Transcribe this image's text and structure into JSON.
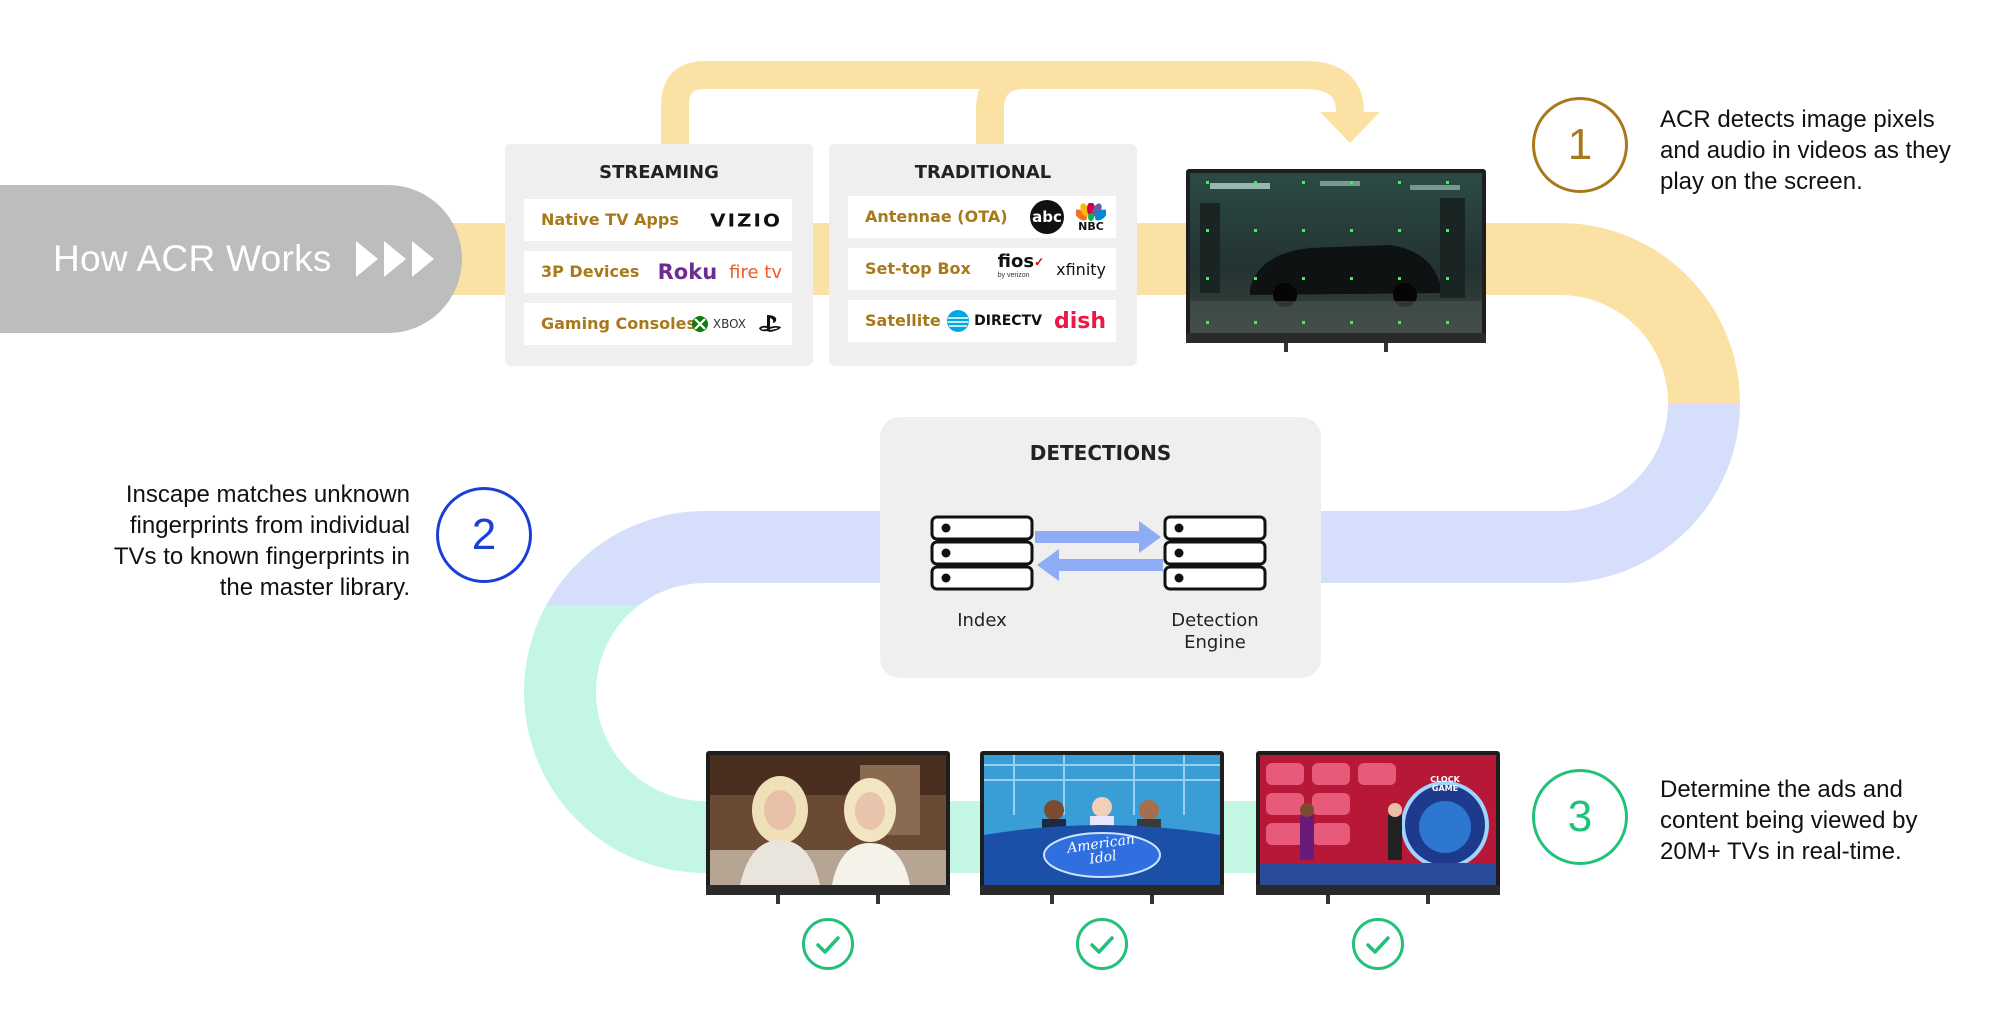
{
  "header": {
    "title": "How ACR Works",
    "arrows": "▶▶▶"
  },
  "sources": {
    "streaming": {
      "heading": "STREAMING",
      "rows": [
        {
          "label": "Native TV Apps",
          "logos": [
            "VIZIO"
          ]
        },
        {
          "label": "3P Devices",
          "logos": [
            "Roku",
            "fire tv"
          ]
        },
        {
          "label": "Gaming Consoles",
          "logos": [
            "XBOX",
            "PlayStation"
          ]
        }
      ]
    },
    "traditional": {
      "heading": "TRADITIONAL",
      "rows": [
        {
          "label": "Antennae (OTA)",
          "logos": [
            "abc",
            "NBC"
          ]
        },
        {
          "label": "Set-top Box",
          "logos": [
            "fios",
            "by verizon",
            "xfinity"
          ]
        },
        {
          "label": "Satellite",
          "logos": [
            "DIRECTV",
            "dish"
          ]
        }
      ]
    }
  },
  "steps": [
    {
      "number": "1",
      "text": [
        "ACR detects image pixels",
        "and audio in videos as they",
        "play on the screen."
      ],
      "color": "#a8791b"
    },
    {
      "number": "2",
      "text": [
        "Inscape matches unknown",
        "fingerprints from individual",
        "TVs to known fingerprints in",
        "the master library."
      ],
      "color": "#1a3fd6"
    },
    {
      "number": "3",
      "text": [
        "Determine the ads and",
        "content being viewed by",
        "20M+ TVs in real-time."
      ],
      "color": "#22c17a"
    }
  ],
  "detections": {
    "heading": "DETECTIONS",
    "index_label": "Index",
    "engine_label": [
      "Detection",
      "Engine"
    ]
  },
  "screens": {
    "idol_text": [
      "American",
      "Idol"
    ],
    "game_badge": [
      "CLOCK",
      "GAME"
    ]
  },
  "colors": {
    "gold_path": "#fbe2a4",
    "blue_path": "#d5defb",
    "green_path": "#c3f7e4",
    "header_gray": "#bdbdbd",
    "label_gold": "#a8791b",
    "check_green": "#22c17a"
  }
}
